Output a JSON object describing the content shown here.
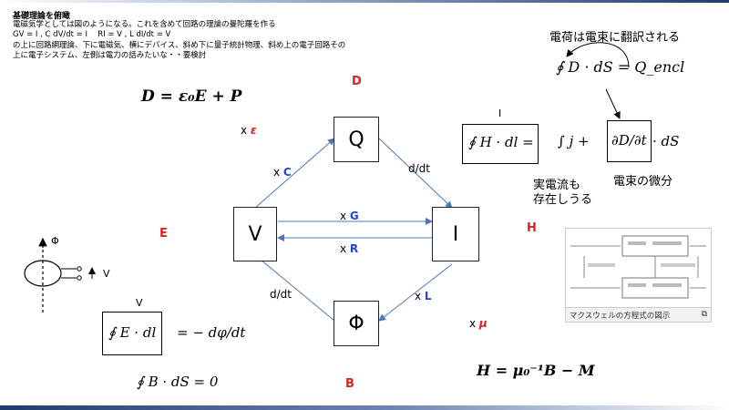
{
  "header": {
    "title": "基礎理論を俯瞰",
    "lines": [
      "電磁気学としては図のようになる。これを含めて回路の理論の曼陀羅を作る",
      "GV = I , C dV/dt = I　 RI = V , L dI/dt = V",
      "の上に回路網理論、下に電磁気、横にデバイス、斜め下に量子統計物理、斜め上の電子回路その",
      "上に電子システム、左側は電力の話みたいな・・要検討"
    ]
  },
  "nodes": {
    "q": "Q",
    "v": "V",
    "i": "I",
    "phi": "Φ"
  },
  "letters": {
    "d": "D",
    "e": "E",
    "h": "H",
    "b": "B"
  },
  "edges": {
    "c_prefix": "x ",
    "c": "C",
    "g_prefix": "x ",
    "g": "G",
    "r_prefix": "x ",
    "r": "R",
    "l_prefix": "x ",
    "l": "L",
    "eps_prefix": "x ",
    "eps": "ε",
    "mu_prefix": "x ",
    "mu": "μ",
    "ddt_right": "d/dt",
    "ddt_left": "d/dt"
  },
  "equations": {
    "d_field": "D = ε₀E + P",
    "gauss": "∮ D · dS = Q_encl",
    "ampere_lhs": "∮ H · dl =",
    "ampere_mid": "∫ j +",
    "ampere_box": "∂D/∂t",
    "ampere_tail": "· dS",
    "faraday_lhs": "∮ E · dl",
    "faraday_rhs": "= − dφ/dt",
    "gauss_b": "∮ B · dS = 0",
    "h_field": "H = μ₀⁻¹B − M"
  },
  "notes": {
    "charge_flux": "電荷は電束に翻訳される",
    "i_label": "I",
    "real_current_1": "実電流も",
    "real_current_2": "存在しうる",
    "flux_derivative": "電束の微分",
    "v_label": "V",
    "phi_label": "Φ",
    "v_small": "V"
  },
  "thumbnail": {
    "caption": "マクスウェルの方程式の図示"
  }
}
